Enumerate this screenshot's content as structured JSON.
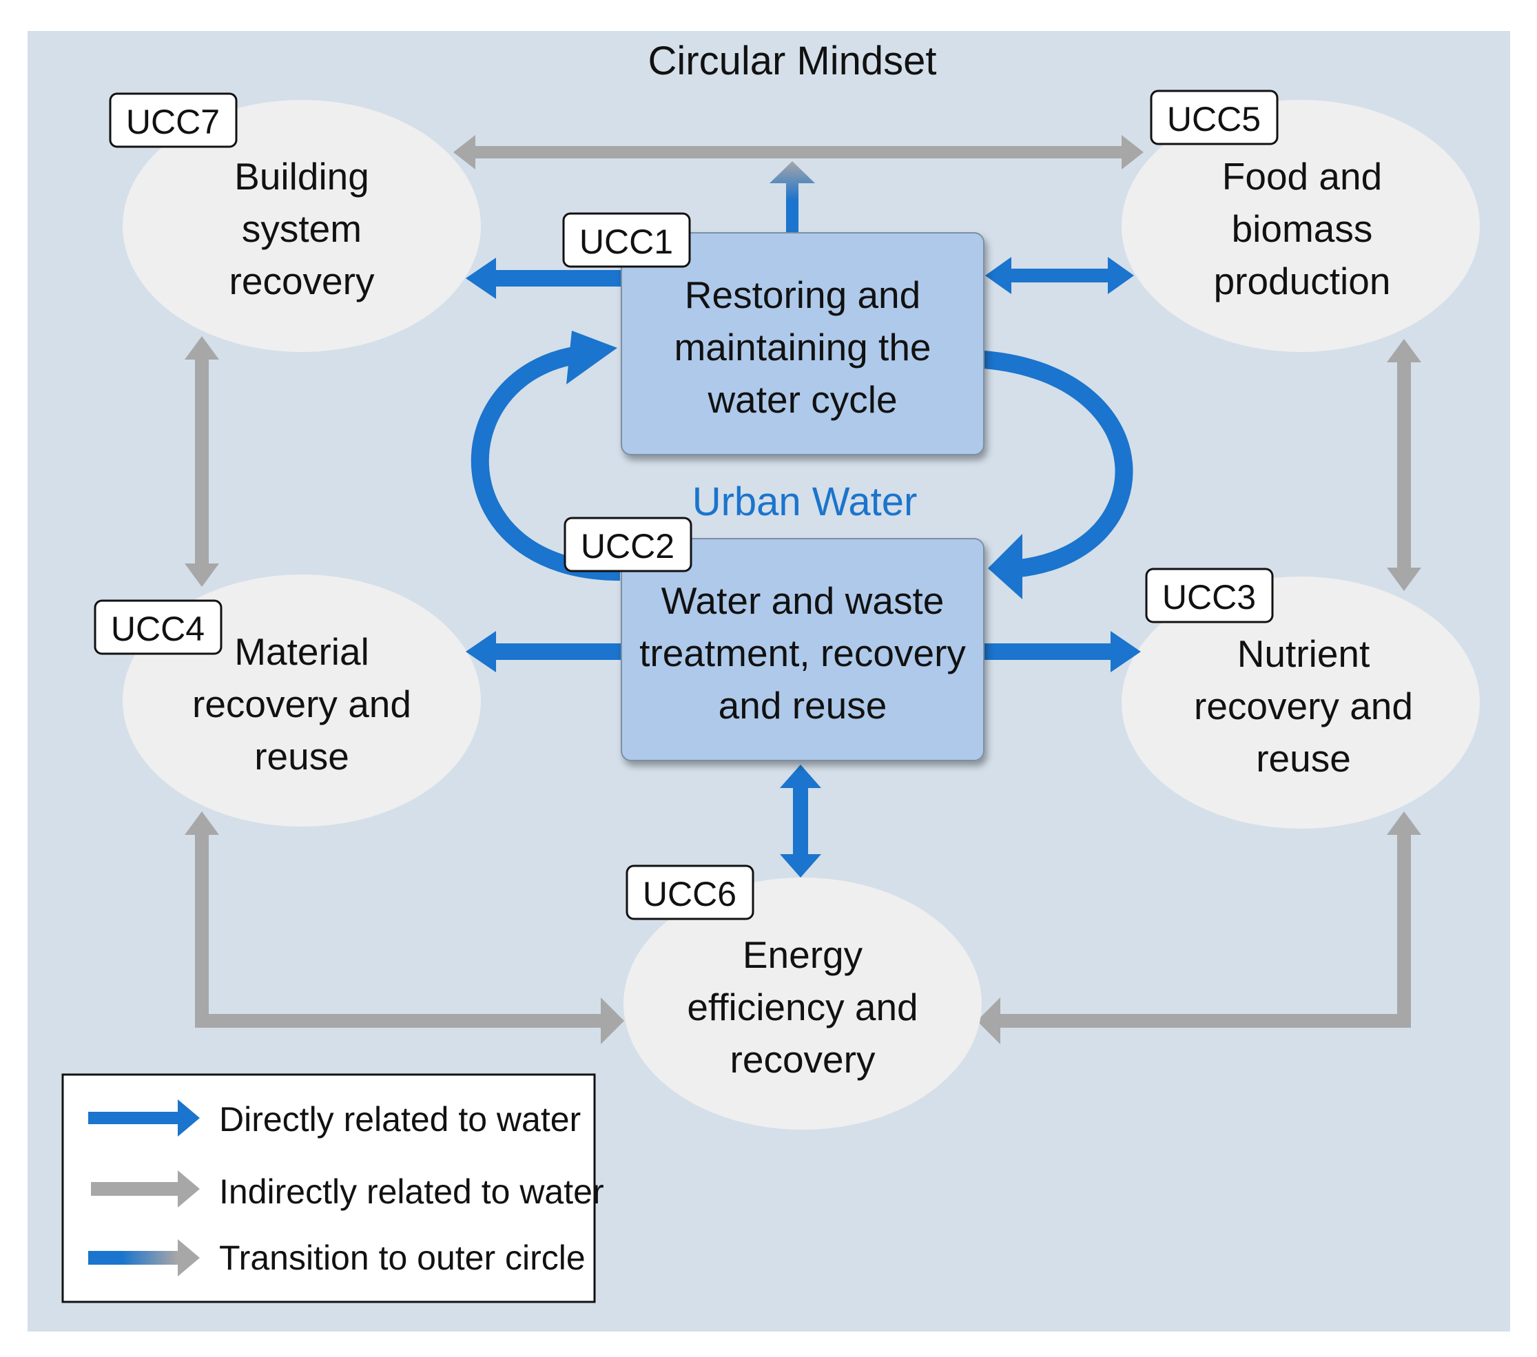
{
  "title": "Circular Mindset",
  "center_label": "Urban Water",
  "colors": {
    "background": "#d4dfe9",
    "direct": "#1b74cd",
    "indirect": "#a7a7a7",
    "ellipse": "#efefef",
    "box": "#aec9ea",
    "center_text": "#1b74cd"
  },
  "nodes": [
    {
      "id": "ucc1",
      "badge": "UCC1",
      "lines": [
        "Restoring and",
        "maintaining the",
        "water cycle"
      ]
    },
    {
      "id": "ucc2",
      "badge": "UCC2",
      "lines": [
        "Water and waste",
        "treatment, recovery",
        "and reuse"
      ]
    },
    {
      "id": "ucc3",
      "badge": "UCC3",
      "lines": [
        "Nutrient",
        "recovery and",
        "reuse"
      ]
    },
    {
      "id": "ucc4",
      "badge": "UCC4",
      "lines": [
        "Material",
        "recovery and",
        "reuse"
      ]
    },
    {
      "id": "ucc5",
      "badge": "UCC5",
      "lines": [
        "Food and",
        "biomass",
        "production"
      ]
    },
    {
      "id": "ucc6",
      "badge": "UCC6",
      "lines": [
        "Energy",
        "efficiency and",
        "recovery"
      ]
    },
    {
      "id": "ucc7",
      "badge": "UCC7",
      "lines": [
        "Building",
        "system",
        "recovery"
      ]
    }
  ],
  "legend": [
    {
      "kind": "direct",
      "label": "Directly related to water"
    },
    {
      "kind": "indirect",
      "label": "Indirectly related to water"
    },
    {
      "kind": "transition",
      "label": "Transition to outer circle"
    }
  ]
}
